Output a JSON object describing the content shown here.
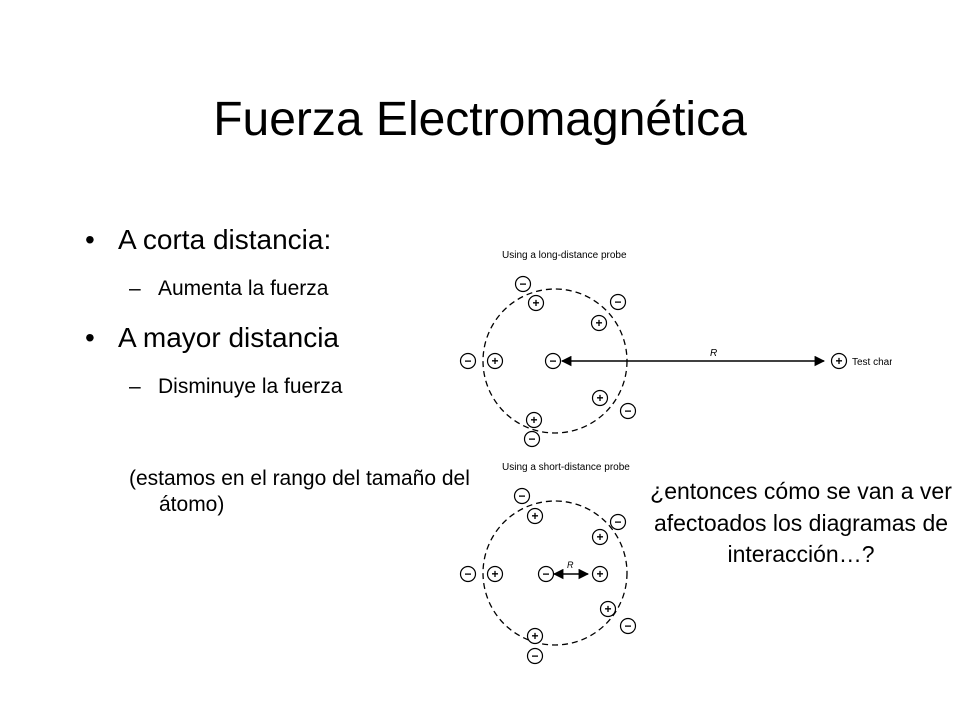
{
  "title": "Fuerza Electromagnética",
  "bullets": [
    {
      "text": "A corta distancia:",
      "sub": "Aumenta la fuerza"
    },
    {
      "text": "A mayor distancia",
      "sub": "Disminuye la fuerza"
    }
  ],
  "note": "(estamos en el rango del tamaño del átomo)",
  "question": "¿entonces cómo se van a ver afectoados los diagramas de interacción…?",
  "figure": {
    "top_caption": "Using a long-distance probe",
    "bottom_caption": "Using a short-distance probe",
    "distance_label": "R",
    "test_charge_label": "Test charge",
    "plus_symbol": "+",
    "minus_symbol": "−"
  }
}
